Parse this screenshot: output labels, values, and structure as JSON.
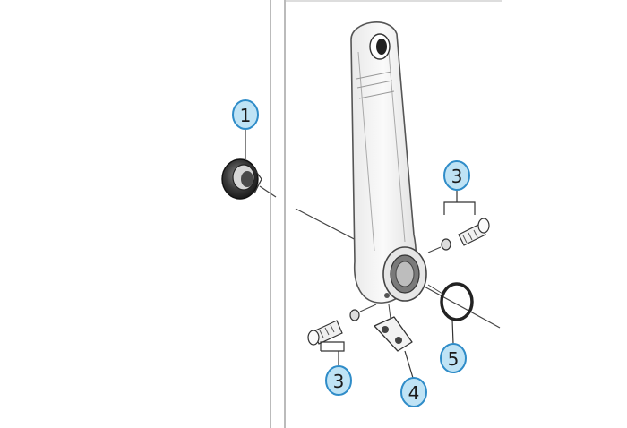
{
  "diagram": {
    "colors": {
      "callout_fill": "#bfe3f5",
      "callout_stroke": "#2f8cc8",
      "line": "#444444",
      "part_outline": "#555555",
      "part_fill": "#f2f2f2",
      "dark_part": "#2a2a2a"
    },
    "callouts": [
      {
        "id": "cap",
        "label": "1"
      },
      {
        "id": "bolt-top",
        "label": "3"
      },
      {
        "id": "bolt-bottom",
        "label": "3"
      },
      {
        "id": "plate",
        "label": "4"
      },
      {
        "id": "oring",
        "label": "5"
      }
    ],
    "parts": [
      {
        "id": "crank-cap",
        "icon": "crank-cap-icon"
      },
      {
        "id": "crank-arm",
        "icon": "crank-arm-icon"
      },
      {
        "id": "pinch-bolt-top",
        "icon": "bolt-icon"
      },
      {
        "id": "pinch-bolt-bottom",
        "icon": "bolt-icon"
      },
      {
        "id": "safety-plate",
        "icon": "plate-icon"
      },
      {
        "id": "o-ring",
        "icon": "o-ring-icon"
      }
    ]
  }
}
